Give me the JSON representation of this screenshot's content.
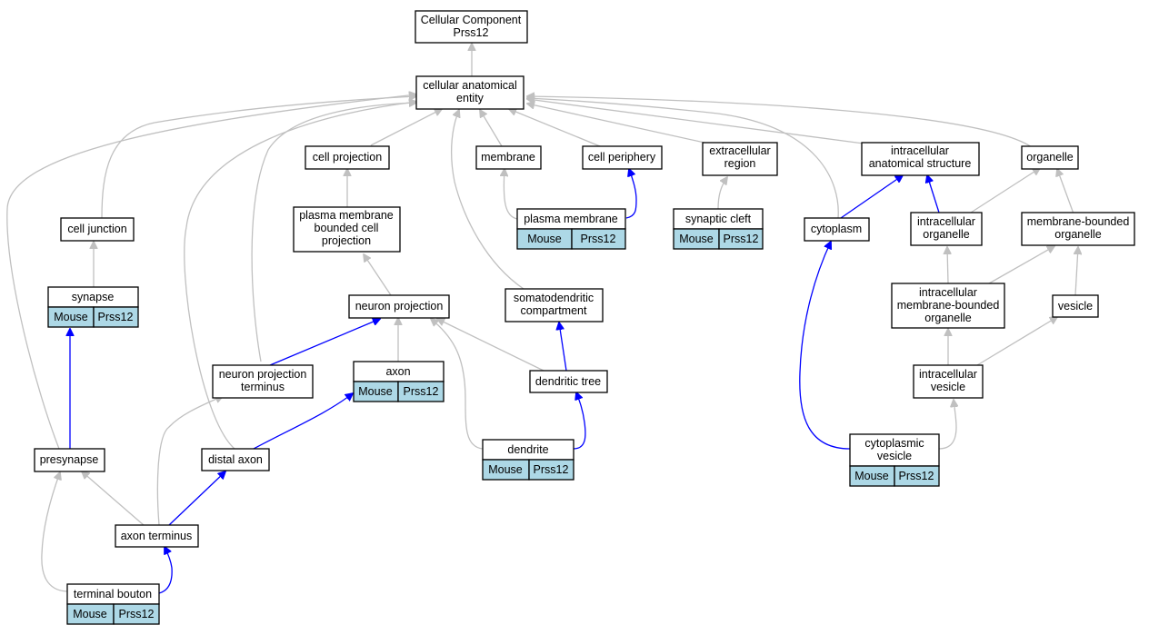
{
  "root": {
    "line1": "Cellular Component",
    "line2": "Prss12"
  },
  "annotation": {
    "species": "Mouse",
    "gene": "Prss12"
  },
  "colors": {
    "annotated_edge": "#0000ff",
    "plain_edge": "#c0c0c0",
    "annotation_fill": "#add8e6"
  },
  "terms": {
    "cellular_anatomical_entity": [
      "cellular anatomical",
      "entity"
    ],
    "cell_projection": [
      "cell projection"
    ],
    "membrane": [
      "membrane"
    ],
    "cell_periphery": [
      "cell periphery"
    ],
    "extracellular_region": [
      "extracellular",
      "region"
    ],
    "intracellular_anatomical_structure": [
      "intracellular",
      "anatomical structure"
    ],
    "organelle": [
      "organelle"
    ],
    "cell_junction": [
      "cell junction"
    ],
    "plasma_membrane_bounded_cell_projection": [
      "plasma membrane",
      "bounded cell",
      "projection"
    ],
    "plasma_membrane": [
      "plasma membrane"
    ],
    "synaptic_cleft": [
      "synaptic cleft"
    ],
    "cytoplasm": [
      "cytoplasm"
    ],
    "intracellular_organelle": [
      "intracellular",
      "organelle"
    ],
    "membrane_bounded_organelle": [
      "membrane-bounded",
      "organelle"
    ],
    "synapse": [
      "synapse"
    ],
    "neuron_projection": [
      "neuron projection"
    ],
    "somatodendritic_compartment": [
      "somatodendritic",
      "compartment"
    ],
    "intracellular_membrane_bounded_organelle": [
      "intracellular",
      "membrane-bounded",
      "organelle"
    ],
    "vesicle": [
      "vesicle"
    ],
    "neuron_projection_terminus": [
      "neuron projection",
      "terminus"
    ],
    "axon": [
      "axon"
    ],
    "dendritic_tree": [
      "dendritic tree"
    ],
    "intracellular_vesicle": [
      "intracellular",
      "vesicle"
    ],
    "presynapse": [
      "presynapse"
    ],
    "distal_axon": [
      "distal axon"
    ],
    "dendrite": [
      "dendrite"
    ],
    "cytoplasmic_vesicle": [
      "cytoplasmic",
      "vesicle"
    ],
    "axon_terminus": [
      "axon terminus"
    ],
    "terminal_bouton": [
      "terminal bouton"
    ]
  }
}
